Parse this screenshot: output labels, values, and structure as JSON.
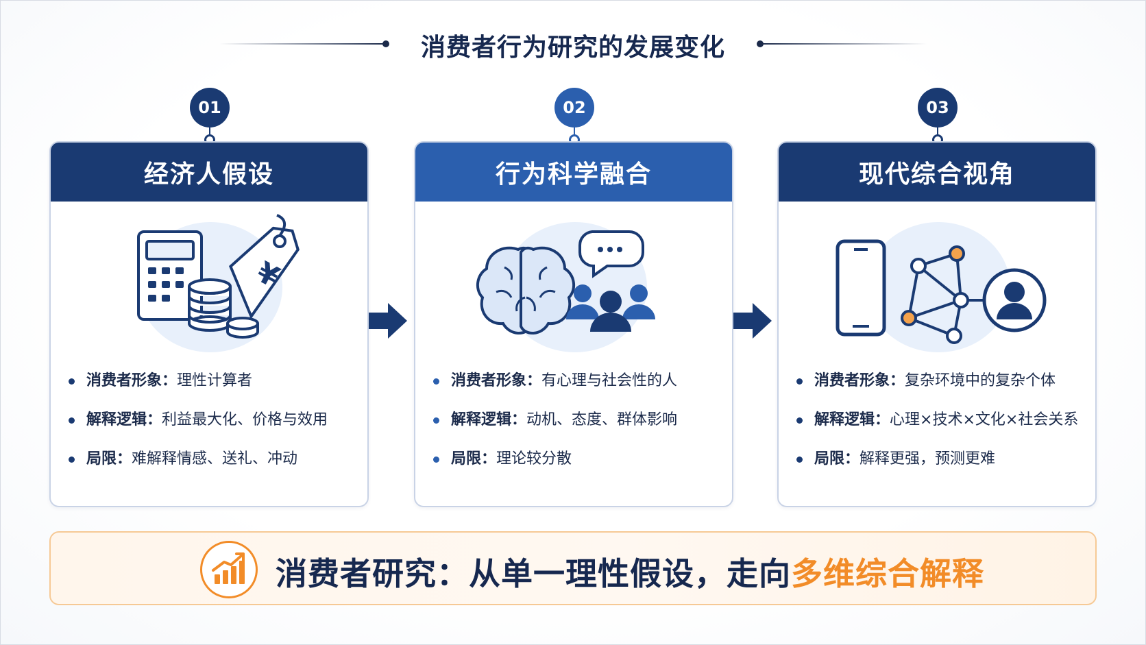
{
  "title": "消费者行为研究的发展变化",
  "colors": {
    "navy": "#1a3a72",
    "blue": "#2b5fae",
    "orange": "#f28c28",
    "light_blue_bg": "#e8f0fb"
  },
  "cards": [
    {
      "number": "01",
      "heading": "经济人假设",
      "icons": [
        "calculator-icon",
        "coin-stack-icon",
        "yen-price-tag-icon"
      ],
      "bullets": [
        {
          "key": "消费者形象：",
          "value": "理性计算者"
        },
        {
          "key": "解释逻辑：",
          "value": "利益最大化、价格与效用"
        },
        {
          "key": "局限：",
          "value": "难解释情感、送礼、冲动"
        }
      ]
    },
    {
      "number": "02",
      "heading": "行为科学融合",
      "icons": [
        "brain-icon",
        "speech-bubble-icon",
        "people-group-icon"
      ],
      "bullets": [
        {
          "key": "消费者形象：",
          "value": "有心理与社会性的人"
        },
        {
          "key": "解释逻辑：",
          "value": "动机、态度、群体影响"
        },
        {
          "key": "局限：",
          "value": "理论较分散"
        }
      ]
    },
    {
      "number": "03",
      "heading": "现代综合视角",
      "icons": [
        "smartphone-icon",
        "network-graph-icon",
        "user-avatar-icon"
      ],
      "bullets": [
        {
          "key": "消费者形象：",
          "value": "复杂环境中的复杂个体"
        },
        {
          "key": "解释逻辑：",
          "value": "心理×技术×文化×社会关系"
        },
        {
          "key": "局限：",
          "value": "解释更强，预测更难"
        }
      ]
    }
  ],
  "summary": {
    "icon": "growth-chart-icon",
    "text_main": "消费者研究：从单一理性假设，走向",
    "text_accent": "多维综合解释"
  }
}
